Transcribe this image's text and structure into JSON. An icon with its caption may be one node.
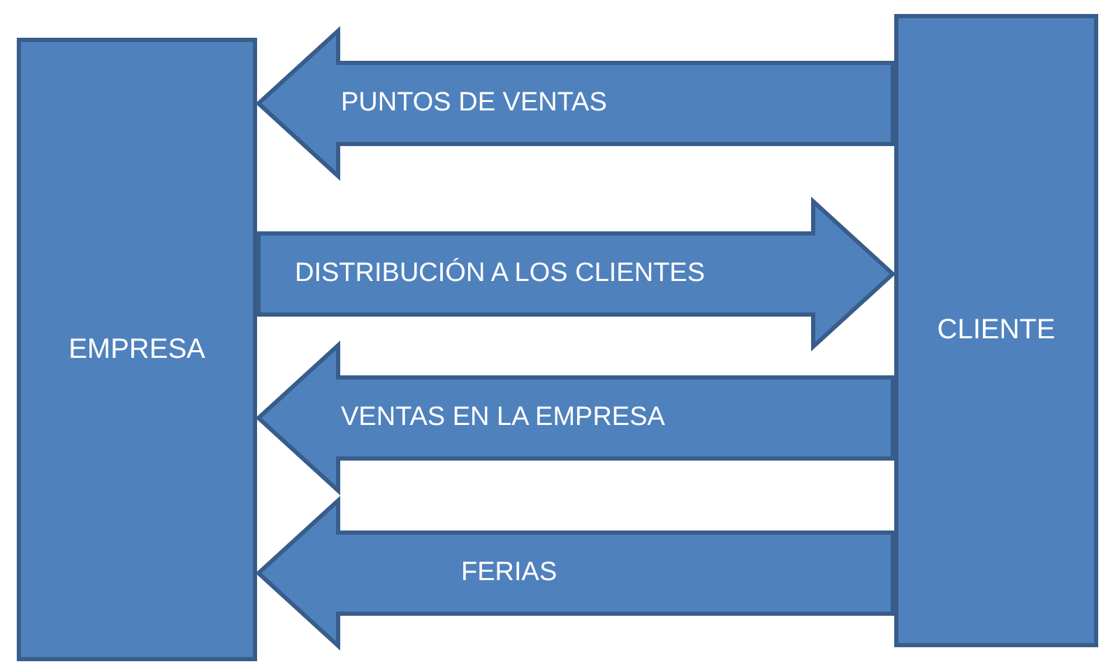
{
  "diagram": {
    "nodes": [
      {
        "text": [
          "EMPRESA"
        ]
      },
      {
        "text": [
          "CLIENTE"
        ]
      }
    ],
    "edges": [
      {
        "from": 1,
        "to": 0,
        "arrow": "to",
        "label": "PUNTOS DE VENTAS"
      },
      {
        "from": 0,
        "to": 1,
        "arrow": "to",
        "label": "DISTRIBUCIÓN A LOS CLIENTES"
      },
      {
        "from": 1,
        "to": 0,
        "arrow": "to",
        "label": "VENTAS EN LA EMPRESA"
      },
      {
        "from": 1,
        "to": 0,
        "arrow": "to",
        "label": "FERIAS"
      }
    ]
  }
}
